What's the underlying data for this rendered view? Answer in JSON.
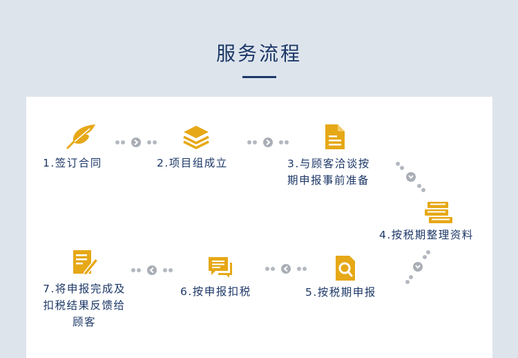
{
  "header": {
    "title": "服务流程"
  },
  "colors": {
    "accent": "#e6a817",
    "text": "#1c3767",
    "connector": "#b3b8c0",
    "background": "#dde4ec"
  },
  "steps": [
    {
      "icon": "feather-icon",
      "label_lines": [
        "1.签订合同"
      ]
    },
    {
      "icon": "stack-layers-icon",
      "label_lines": [
        "2.项目组成立"
      ]
    },
    {
      "icon": "document-icon",
      "label_lines": [
        "3.与顾客洽谈按",
        "期申报事前准备"
      ]
    },
    {
      "icon": "books-icon",
      "label_lines": [
        "4.按税期整理资料"
      ]
    },
    {
      "icon": "magnifier-document-icon",
      "label_lines": [
        "5.按税期申报"
      ]
    },
    {
      "icon": "chat-icon",
      "label_lines": [
        "6.按申报扣税"
      ]
    },
    {
      "icon": "pencil-note-icon",
      "label_lines": [
        "7.将申报完成及",
        "扣税结果反馈给",
        "顾客"
      ]
    }
  ]
}
